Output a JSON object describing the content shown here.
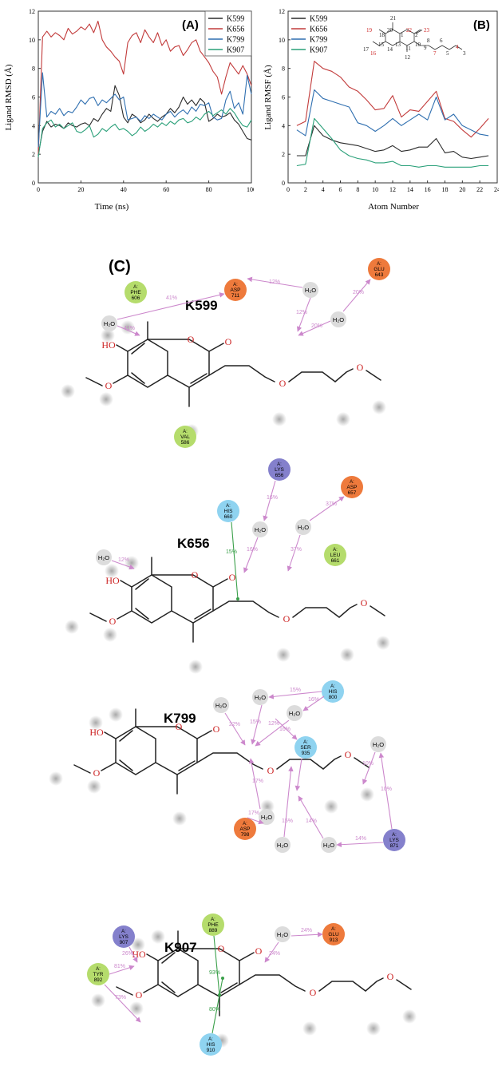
{
  "chart_data": [
    {
      "type": "line",
      "panel_label": "(A)",
      "xlabel": "Time (ns)",
      "ylabel": "Ligand RMSD (Å)",
      "xlim": [
        0,
        100
      ],
      "ylim": [
        0,
        12
      ],
      "xticks": [
        "0",
        "20",
        "40",
        "60",
        "80",
        "100"
      ],
      "yticks": [
        "0",
        "2",
        "4",
        "6",
        "8",
        "10",
        "12"
      ],
      "legend_position": "top-right",
      "x": [
        0,
        2,
        4,
        6,
        8,
        10,
        12,
        14,
        16,
        18,
        20,
        22,
        24,
        26,
        28,
        30,
        32,
        34,
        36,
        38,
        40,
        42,
        44,
        46,
        48,
        50,
        52,
        54,
        56,
        58,
        60,
        62,
        64,
        66,
        68,
        70,
        72,
        74,
        76,
        78,
        80,
        82,
        84,
        86,
        88,
        90,
        92,
        94,
        96,
        98,
        100
      ],
      "series": [
        {
          "name": "K599",
          "color": "#2b2b2b",
          "values": [
            2.0,
            3.6,
            4.3,
            3.9,
            4.1,
            4.0,
            3.8,
            4.2,
            4.0,
            3.9,
            4.1,
            4.2,
            4.0,
            4.5,
            4.3,
            4.8,
            5.2,
            5.0,
            6.8,
            6.1,
            4.6,
            4.2,
            4.8,
            4.6,
            4.2,
            4.4,
            4.8,
            4.5,
            4.3,
            4.6,
            4.8,
            5.2,
            4.9,
            5.3,
            6.0,
            5.5,
            5.8,
            5.4,
            5.9,
            5.6,
            4.3,
            4.5,
            4.8,
            4.6,
            4.7,
            4.9,
            4.4,
            4.1,
            3.6,
            3.1,
            3.0
          ]
        },
        {
          "name": "K656",
          "color": "#c23b3b",
          "values": [
            2.0,
            10.2,
            10.6,
            10.2,
            10.5,
            10.3,
            10.0,
            10.8,
            10.4,
            10.6,
            10.9,
            10.7,
            11.1,
            10.5,
            11.3,
            10.0,
            9.5,
            9.2,
            8.8,
            8.5,
            7.6,
            9.8,
            10.3,
            10.5,
            9.8,
            10.7,
            10.2,
            9.8,
            10.5,
            9.6,
            10.0,
            9.2,
            9.5,
            9.6,
            8.9,
            9.3,
            9.8,
            10.0,
            9.2,
            8.8,
            8.4,
            7.8,
            7.4,
            6.2,
            7.4,
            8.4,
            8.0,
            7.6,
            8.2,
            7.6,
            6.8
          ]
        },
        {
          "name": "K799",
          "color": "#2f6fb0",
          "values": [
            2.5,
            7.7,
            4.6,
            5.0,
            4.8,
            5.2,
            4.7,
            5.0,
            4.9,
            5.3,
            5.8,
            5.5,
            5.9,
            6.0,
            5.4,
            5.8,
            5.6,
            5.9,
            6.2,
            5.8,
            6.0,
            4.4,
            4.5,
            4.6,
            4.3,
            4.7,
            4.5,
            4.8,
            4.6,
            4.4,
            4.8,
            5.0,
            4.6,
            4.9,
            5.1,
            4.8,
            5.3,
            5.0,
            5.5,
            5.4,
            5.6,
            4.6,
            4.4,
            4.5,
            5.8,
            6.4,
            5.2,
            5.6,
            4.8,
            7.5,
            6.2
          ]
        },
        {
          "name": "K907",
          "color": "#2aa079",
          "values": [
            1.8,
            3.8,
            4.2,
            4.4,
            3.9,
            4.1,
            3.8,
            4.0,
            4.2,
            3.6,
            3.5,
            3.7,
            4.0,
            3.2,
            3.4,
            3.8,
            3.6,
            3.9,
            4.1,
            3.7,
            3.8,
            3.6,
            3.3,
            3.5,
            3.9,
            3.6,
            3.8,
            4.1,
            3.9,
            4.2,
            4.0,
            4.3,
            4.1,
            4.4,
            4.5,
            4.2,
            4.3,
            4.6,
            4.4,
            4.8,
            5.0,
            4.7,
            4.9,
            5.1,
            4.8,
            5.2,
            4.9,
            4.4,
            4.0,
            3.9,
            4.4
          ]
        }
      ]
    },
    {
      "type": "line",
      "panel_label": "(B)",
      "xlabel": "Atom Number",
      "ylabel": "Ligand RMSF (Å)",
      "xlim": [
        0,
        24
      ],
      "ylim": [
        0,
        12
      ],
      "xticks": [
        "0",
        "2",
        "4",
        "6",
        "8",
        "10",
        "12",
        "14",
        "16",
        "18",
        "20",
        "22",
        "24"
      ],
      "yticks": [
        "0",
        "2",
        "4",
        "6",
        "8",
        "10",
        "12"
      ],
      "legend_position": "top-left",
      "x": [
        1,
        2,
        3,
        4,
        5,
        6,
        7,
        8,
        9,
        10,
        11,
        12,
        13,
        14,
        15,
        16,
        17,
        18,
        19,
        20,
        21,
        22,
        23
      ],
      "series": [
        {
          "name": "K599",
          "color": "#2b2b2b",
          "values": [
            1.9,
            1.9,
            4.0,
            3.3,
            3.0,
            2.8,
            2.7,
            2.6,
            2.4,
            2.2,
            2.3,
            2.6,
            2.2,
            2.3,
            2.5,
            2.5,
            3.1,
            2.1,
            2.2,
            1.8,
            1.7,
            1.8,
            1.9
          ]
        },
        {
          "name": "K656",
          "color": "#c23b3b",
          "values": [
            4.0,
            4.3,
            8.5,
            8.0,
            7.8,
            7.4,
            6.7,
            6.4,
            5.8,
            5.1,
            5.2,
            6.1,
            4.6,
            5.1,
            5.0,
            5.7,
            6.4,
            4.5,
            4.3,
            3.7,
            3.2,
            3.8,
            4.5
          ]
        },
        {
          "name": "K799",
          "color": "#2f6fb0",
          "values": [
            3.7,
            3.3,
            6.5,
            5.9,
            5.7,
            5.5,
            5.3,
            4.2,
            4.0,
            3.6,
            4.0,
            4.5,
            4.0,
            4.4,
            4.8,
            4.4,
            6.0,
            4.4,
            4.8,
            4.0,
            3.7,
            3.4,
            3.3
          ]
        },
        {
          "name": "K907",
          "color": "#2aa079",
          "values": [
            1.2,
            1.3,
            4.5,
            3.8,
            3.1,
            2.3,
            1.9,
            1.7,
            1.6,
            1.4,
            1.4,
            1.5,
            1.2,
            1.2,
            1.1,
            1.2,
            1.2,
            1.1,
            1.1,
            1.1,
            1.1,
            1.2,
            1.2
          ]
        }
      ]
    }
  ],
  "structure_inset": {
    "numbers_black": [
      "21",
      "20",
      "18",
      "17",
      "15",
      "14",
      "13",
      "1",
      "2",
      "10",
      "11",
      "12",
      "9",
      "8",
      "6",
      "5",
      "3"
    ],
    "numbers_red": [
      "19",
      "22",
      "23",
      "16",
      "7",
      "4"
    ]
  },
  "panel_c_label": "(C)",
  "complexes": [
    {
      "name": "K599",
      "hydroxyl_label": "HO",
      "residues": [
        {
          "chain": "A:",
          "name": "PHE",
          "num": "606",
          "kind": "hydrophobic"
        },
        {
          "chain": "A:",
          "name": "ASP",
          "num": "711",
          "kind": "negative"
        },
        {
          "chain": "A:",
          "name": "GLU",
          "num": "643",
          "kind": "negative"
        },
        {
          "chain": "A:",
          "name": "VAL",
          "num": "586",
          "kind": "hydrophobic"
        }
      ],
      "waters": [
        "H₂O",
        "H₂O",
        "H₂O"
      ],
      "percents": [
        "41%",
        "41%",
        "12%",
        "12%",
        "20%",
        "20%"
      ]
    },
    {
      "name": "K656",
      "hydroxyl_label": "HO",
      "residues": [
        {
          "chain": "A:",
          "name": "LYS",
          "num": "656",
          "kind": "positive"
        },
        {
          "chain": "A:",
          "name": "ASP",
          "num": "657",
          "kind": "negative"
        },
        {
          "chain": "A:",
          "name": "HIS",
          "num": "660",
          "kind": "polar"
        },
        {
          "chain": "A:",
          "name": "LEU",
          "num": "661",
          "kind": "hydrophobic"
        }
      ],
      "waters": [
        "H₂O",
        "H₂O",
        "H₂O"
      ],
      "percents": [
        "12%",
        "16%",
        "16%",
        "37%",
        "37%",
        "15%"
      ]
    },
    {
      "name": "K799",
      "hydroxyl_label": "HO",
      "residues": [
        {
          "chain": "A:",
          "name": "HIS",
          "num": "800",
          "kind": "polar"
        },
        {
          "chain": "A:",
          "name": "SER",
          "num": "935",
          "kind": "polar"
        },
        {
          "chain": "A:",
          "name": "ASP",
          "num": "798",
          "kind": "negative"
        },
        {
          "chain": "A:",
          "name": "LYS",
          "num": "871",
          "kind": "positive"
        }
      ],
      "waters": [
        "H₂O",
        "H₂O",
        "H₂O",
        "H₂O",
        "H₂O",
        "H₂O",
        "H₂O"
      ],
      "percents": [
        "15%",
        "16%",
        "22%",
        "15%",
        "12%",
        "16%",
        "17%",
        "17%",
        "15%",
        "14%",
        "14%",
        "10%",
        "10%",
        "15%"
      ]
    },
    {
      "name": "K907",
      "hydroxyl_label": "HO",
      "residues": [
        {
          "chain": "A:",
          "name": "LYS",
          "num": "907",
          "kind": "positive"
        },
        {
          "chain": "A:",
          "name": "PHE",
          "num": "889",
          "kind": "hydrophobic"
        },
        {
          "chain": "A:",
          "name": "GLU",
          "num": "913",
          "kind": "negative"
        },
        {
          "chain": "A:",
          "name": "TYR",
          "num": "892",
          "kind": "hydrophobic"
        },
        {
          "chain": "A:",
          "name": "HIS",
          "num": "910",
          "kind": "polar"
        }
      ],
      "waters": [
        "H₂O"
      ],
      "percents": [
        "26%",
        "81%",
        "73%",
        "93%",
        "80%",
        "24%",
        "24%"
      ]
    }
  ],
  "colors": {
    "hydrophobic": "#b5dc6c",
    "negative": "#ee7a3c",
    "positive": "#8480cc",
    "polar": "#8fd3f0",
    "water": "#dcdcdc",
    "hbond": "#cc88cc",
    "pipi": "#3aa04a",
    "oxygen": "#cc2222"
  }
}
